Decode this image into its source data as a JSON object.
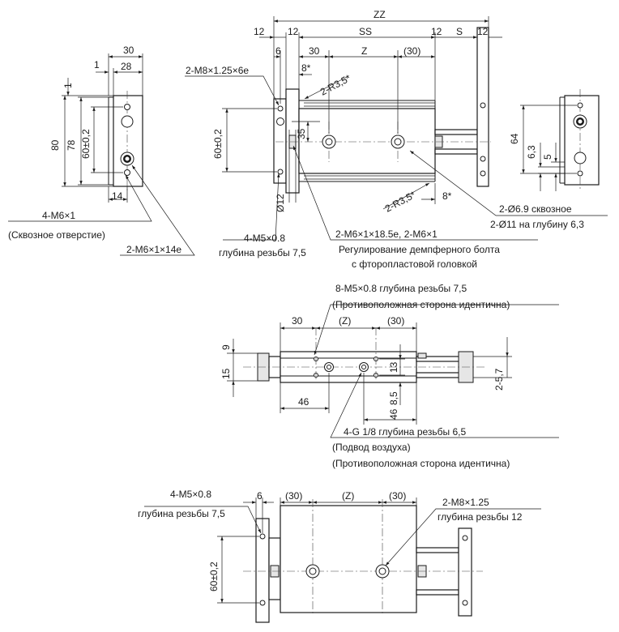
{
  "left_view": {
    "dims": {
      "d30": "30",
      "d1": "1",
      "d28": "28",
      "d1v": "1",
      "d80": "80",
      "d78": "78",
      "d60": "60±0,2",
      "d14": "14"
    },
    "callouts": {
      "m6_through": "4-M6×1",
      "m6_through_note": "(Сквозное отверстие)",
      "m6_depth": "2-M6×1×14e"
    }
  },
  "top_view": {
    "dims": {
      "zz": "ZZ",
      "d12a": "12",
      "d12b": "12",
      "ss": "SS",
      "d12c": "12",
      "s": "S",
      "d12d": "12",
      "d6": "6",
      "d30": "30",
      "z": "Z",
      "d30p": "(30)",
      "d8a": "8*",
      "r35a": "2-R3,5*",
      "d35": "35",
      "d60": "60±0,2",
      "phi12": "Ø12",
      "r35b": "2-R3,5*",
      "d8b": "8*"
    },
    "callouts": {
      "m8": "2-M8×1.25×6e",
      "m5_line1": "4-M5×0.8",
      "m5_line2": "глубина резьбы 7,5",
      "m6_line1": "2-M6×1×18.5e, 2-M6×1",
      "m6_line2": "Регулирование демпферного болта",
      "m6_line3": "с фторопластовой головкой",
      "phi_line1": "2-Ø6.9 сквозное",
      "phi_line2": "2-Ø11 на глубину 6,3"
    }
  },
  "end_view": {
    "dims": {
      "d64": "64",
      "d63": "6,3",
      "d5": "5"
    }
  },
  "middle_view": {
    "dims": {
      "d30": "30",
      "dz": "(Z)",
      "d30p": "(30)",
      "d9": "9",
      "d15": "15",
      "d13": "13",
      "d46a": "46",
      "d85": "8,5",
      "d46b": "46",
      "d257": "2-5,7"
    },
    "callouts": {
      "m5_line1": "8-M5×0.8 глубина резьбы 7,5",
      "m5_line2": "(Противоположная сторона идентична)",
      "g_line1": "4-G 1/8 глубина резьбы 6,5",
      "g_line2": "(Подвод воздуха)",
      "g_line3": "(Противоположная сторона идентична)"
    }
  },
  "bottom_view": {
    "dims": {
      "d6": "6",
      "d30a": "(30)",
      "dz": "(Z)",
      "d30b": "(30)",
      "d60": "60±0,2"
    },
    "callouts": {
      "m5_line1": "4-M5×0.8",
      "m5_line2": "глубина резьбы 7,5",
      "m8_line1": "2-M8×1.25",
      "m8_line2": "глубина резьбы 12"
    }
  }
}
